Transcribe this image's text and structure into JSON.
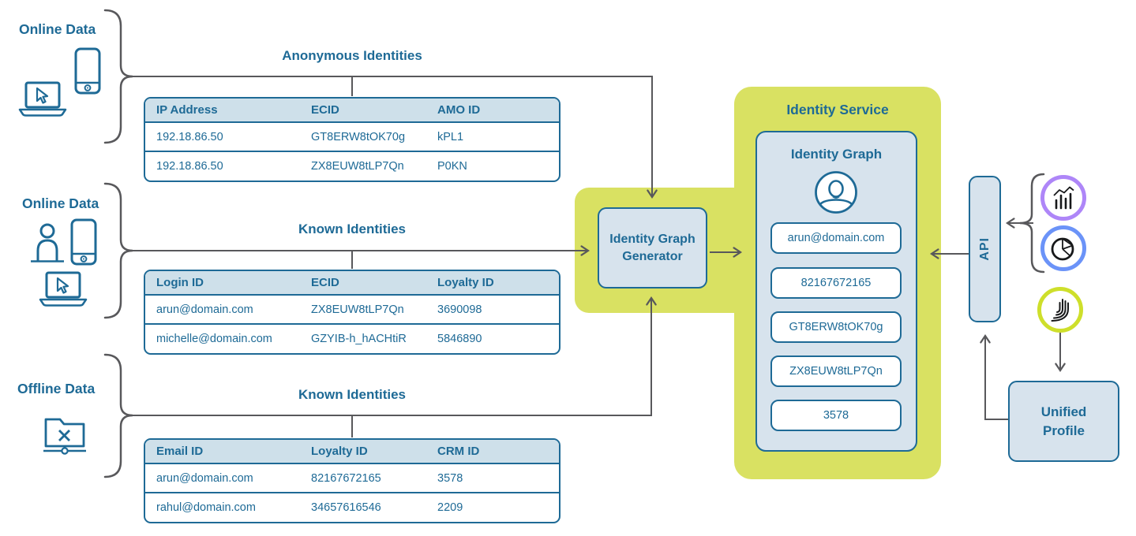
{
  "colors": {
    "diagram_blue": "#1E6A96",
    "box_fill": "#D7E3ED",
    "table_header_fill": "#CEE0EA",
    "panel_green": "#D9E162",
    "connector_gray": "#58585B",
    "ring_purple": "#AE86F8",
    "ring_blue": "#6B93F8",
    "ring_green": "#CEDF2B"
  },
  "sources": [
    {
      "label": "Online Data",
      "icons": [
        "smartphone-icon",
        "laptop-cursor-icon"
      ]
    },
    {
      "label": "Online Data",
      "icons": [
        "person-icon",
        "smartphone-icon",
        "laptop-cursor-icon"
      ]
    },
    {
      "label": "Offline Data",
      "icons": [
        "offline-folder-icon"
      ]
    }
  ],
  "tables": [
    {
      "title": "Anonymous Identities",
      "headers": [
        "IP Address",
        "ECID",
        "AMO ID"
      ],
      "rows": [
        [
          "192.18.86.50",
          "GT8ERW8tOK70g",
          "kPL1"
        ],
        [
          "192.18.86.50",
          "ZX8EUW8tLP7Qn",
          "P0KN"
        ]
      ]
    },
    {
      "title": "Known Identities",
      "headers": [
        "Login ID",
        "ECID",
        "Loyalty ID"
      ],
      "rows": [
        [
          "arun@domain.com",
          "ZX8EUW8tLP7Qn",
          "3690098"
        ],
        [
          "michelle@domain.com",
          "GZYIB-h_hACHtiR",
          "5846890"
        ]
      ]
    },
    {
      "title": "Known Identities",
      "headers": [
        "Email ID",
        "Loyalty ID",
        "CRM ID"
      ],
      "rows": [
        [
          "arun@domain.com",
          "82167672165",
          "3578"
        ],
        [
          "rahul@domain.com",
          "34657616546",
          "2209"
        ]
      ]
    }
  ],
  "generator": {
    "label": "Identity Graph Generator"
  },
  "identity_service": {
    "title": "Identity Service",
    "graph_title": "Identity Graph",
    "avatar_icon": "person-avatar-icon",
    "chips": [
      "arun@domain.com",
      "82167672165",
      "GT8ERW8tOK70g",
      "ZX8EUW8tLP7Qn",
      "3578"
    ]
  },
  "api": {
    "label": "API"
  },
  "unified_profile": {
    "label": "Unified Profile"
  },
  "destinations": {
    "items": [
      {
        "icon": "bar-chart-analytics-icon"
      },
      {
        "icon": "pie-chart-icon"
      },
      {
        "icon": "unified-profile-logo-icon"
      }
    ]
  }
}
